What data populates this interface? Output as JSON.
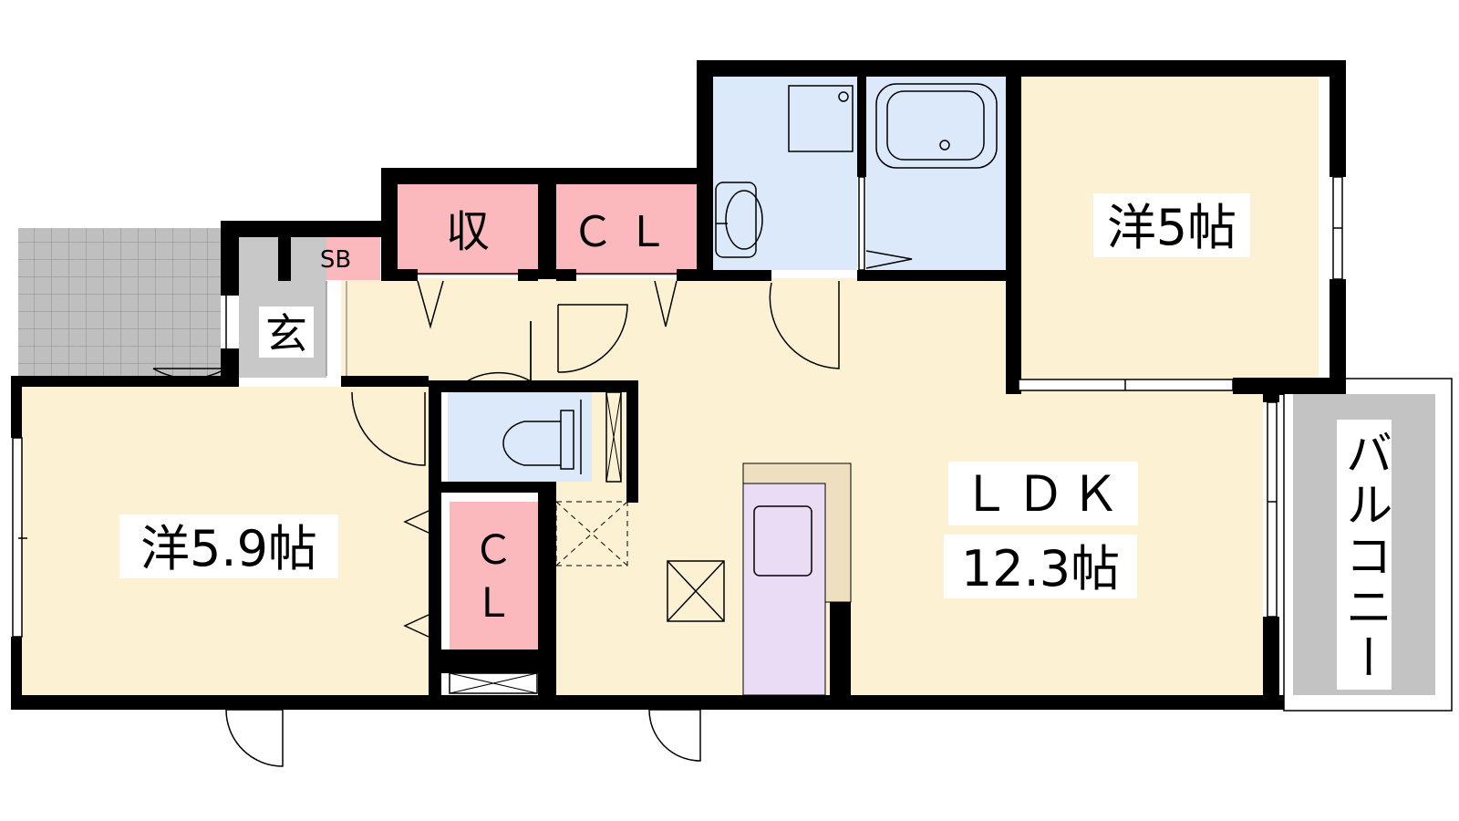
{
  "floorplan": {
    "rooms": {
      "western_a": {
        "label": "洋5帖"
      },
      "western_b": {
        "label": "洋5.9帖"
      },
      "ldk": {
        "label_line1": "ＬＤＫ",
        "label_line2": "12.3帖"
      },
      "storage": {
        "label": "収"
      },
      "closet_top": {
        "label": "ＣＬ"
      },
      "closet_side_line1": {
        "label": "Ｃ"
      },
      "closet_side_line2": {
        "label": "Ｌ"
      },
      "entrance": {
        "label": "玄"
      },
      "shoe_box": {
        "label": "SB"
      },
      "balcony": {
        "label": "バルコニー"
      }
    },
    "colors": {
      "floor": "#fdf1d3",
      "wet_area": "#dbe9fb",
      "storage": "#fbb9bd",
      "kitchen_counter": "#e9dcf4",
      "kitchen_side": "#eedfc0",
      "entrance": "#c8c8c8",
      "porch_tile": "#bdbdbd",
      "balcony": "#c3c3c3",
      "wall": "#000000"
    }
  }
}
